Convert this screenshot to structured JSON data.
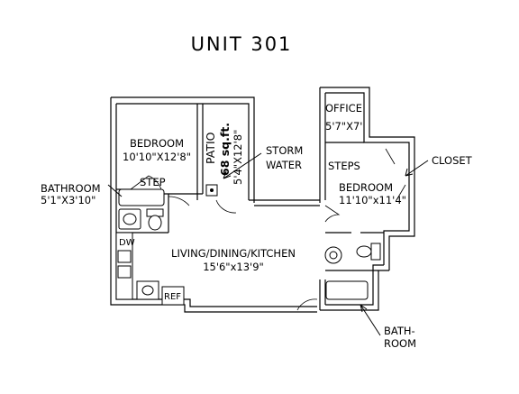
{
  "title": "UNIT 301",
  "rooms": {
    "bedroom1": {
      "name": "BEDROOM",
      "dims": "10'10\"X12'8\""
    },
    "patio": {
      "name": "PATIO",
      "area": "68 sq.ft.",
      "dims": "5'4\"X12'8\""
    },
    "storm_water": {
      "line1": "STORM",
      "line2": "WATER"
    },
    "bathroom1": {
      "name": "BATHROOM",
      "dims": "5'1\"X3'10\""
    },
    "step": "STEP",
    "living": {
      "name": "LIVING/DINING/KITCHEN",
      "dims": "15'6\"x13'9\""
    },
    "office": {
      "name": "OFFICE",
      "dims": "5'7\"X7'"
    },
    "steps": "STEPS",
    "closet": "CLOSET",
    "bedroom2": {
      "name": "BEDROOM",
      "dims": "11'10\"x11'4\""
    },
    "bath2": {
      "line1": "BATH-",
      "line2": "ROOM"
    }
  },
  "appliances": {
    "dishwasher": "DW",
    "refrigerator": "REF"
  }
}
